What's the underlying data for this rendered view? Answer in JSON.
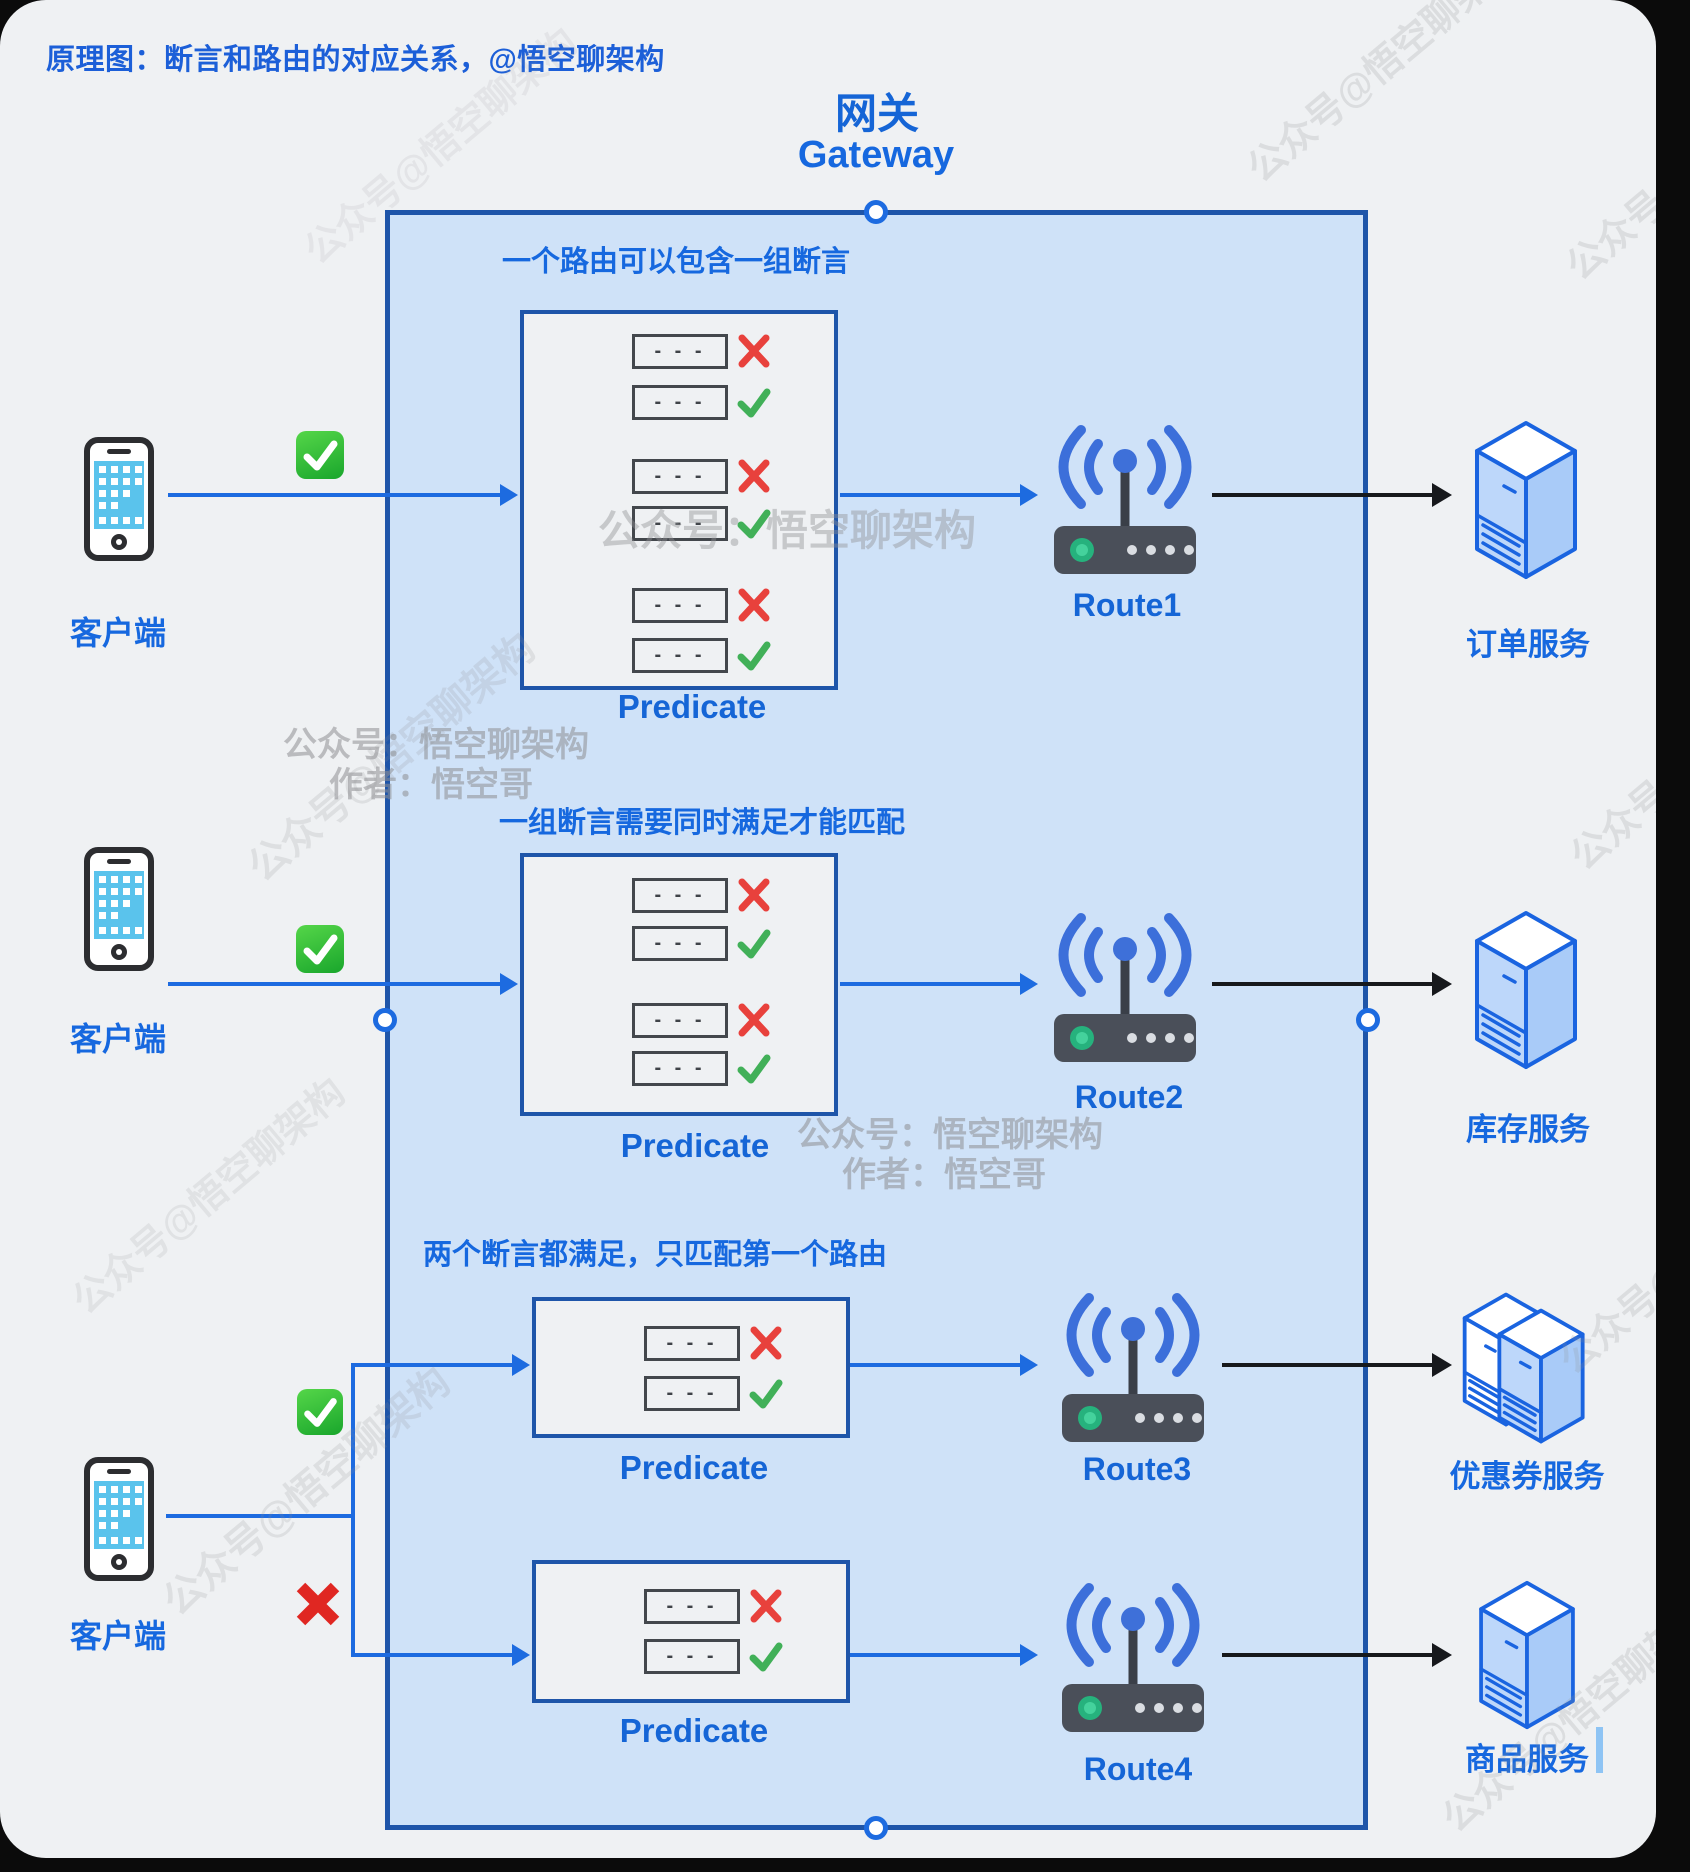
{
  "header": {
    "caption": "原理图：断言和路由的对应关系，@悟空聊架构",
    "title_zh": "网关",
    "title_en": "Gateway"
  },
  "labels": {
    "client": "客户端",
    "predicate": "Predicate",
    "dash": "- - -"
  },
  "sections": [
    {
      "note": "一个路由可以包含一组断言",
      "route": "Route1",
      "service": "订单服务",
      "predicate_marks": [
        "cross",
        "check",
        "cross",
        "check",
        "cross",
        "check"
      ],
      "client_mark": "check"
    },
    {
      "note": "一组断言需要同时满足才能匹配",
      "route": "Route2",
      "service": "库存服务",
      "predicate_marks": [
        "cross",
        "check",
        "cross",
        "check"
      ],
      "client_mark": "check"
    },
    {
      "note": "两个断言都满足，只匹配第一个路由",
      "route": "Route3",
      "service": "优惠券服务",
      "predicate_marks": [
        "cross",
        "check"
      ],
      "client_mark": "check"
    },
    {
      "route": "Route4",
      "service": "商品服务",
      "predicate_marks": [
        "cross",
        "check"
      ],
      "client_mark": "cross"
    }
  ],
  "watermarks": {
    "brand": "公众号：悟空聊架构",
    "author": "作者：悟空哥",
    "brand_diagonal": "公众号@悟空聊架构"
  },
  "colors": {
    "accent_blue": "#1668df",
    "label_blue": "#1565d6",
    "gateway_border": "#1e55a9",
    "gateway_fill": "#cfe2f8",
    "canvas_bg": "#eff1f3",
    "arrow_blue": "#1d6be0",
    "arrow_black": "#17191c",
    "check_green": "#41b058",
    "cross_red": "#e8413c",
    "emoji_green": "#19a62c",
    "emoji_red": "#e02722",
    "router_body": "#4a4f59",
    "router_led": "#26b27d",
    "wifi_blue": "#3c6fda",
    "server_stroke": "#1a64e0",
    "server_fill": "#bdd7fa",
    "phone_screen": "#5ac3ec",
    "watermark_gray": "#8f9094"
  }
}
